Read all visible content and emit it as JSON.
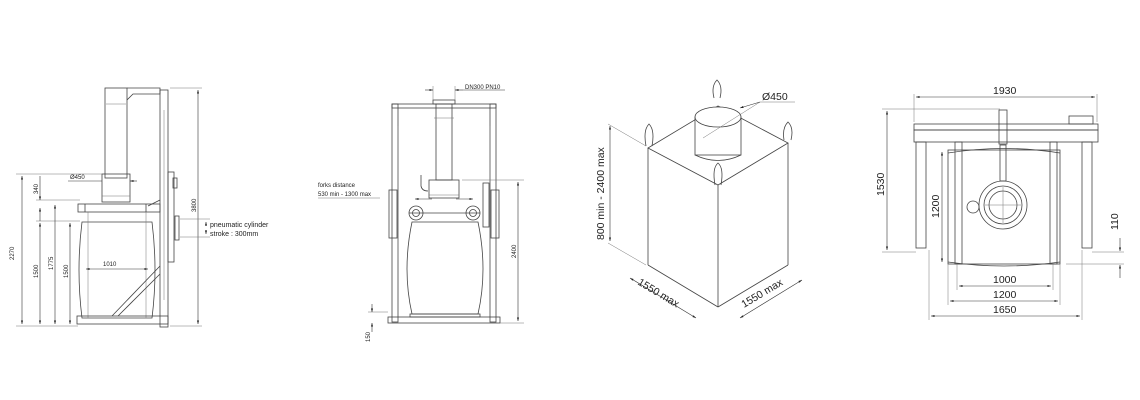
{
  "views": {
    "side_view": {
      "dimensions": {
        "diameter": "Ø450",
        "h_340": "340",
        "h_2270": "2270",
        "h_1500a": "1500",
        "h_1775": "1775",
        "h_1500b": "1500",
        "width_1010": "1010",
        "height_3800": "3800"
      },
      "notes": {
        "cylinder_line1": "pneumatic cylinder",
        "cylinder_line2": "stroke : 300mm"
      }
    },
    "front_view": {
      "dimensions": {
        "flange": "DN300 PN10",
        "height_2400": "2400",
        "h_150": "150"
      },
      "notes": {
        "forks_line1": "forks distance",
        "forks_line2": "530 min - 1300 max"
      }
    },
    "bag_view": {
      "dimensions": {
        "spout_diameter": "Ø450",
        "height_range": "800 min - 2400 max",
        "width_left": "1550 max",
        "width_right": "1550 max"
      }
    },
    "top_view": {
      "dimensions": {
        "width_1930": "1930",
        "depth_1530": "1530",
        "h_1200": "1200",
        "h_110": "110",
        "w_1000": "1000",
        "w_1200": "1200",
        "w_1650": "1650"
      }
    }
  },
  "colors": {
    "line": "#444444",
    "background": "#ffffff"
  }
}
